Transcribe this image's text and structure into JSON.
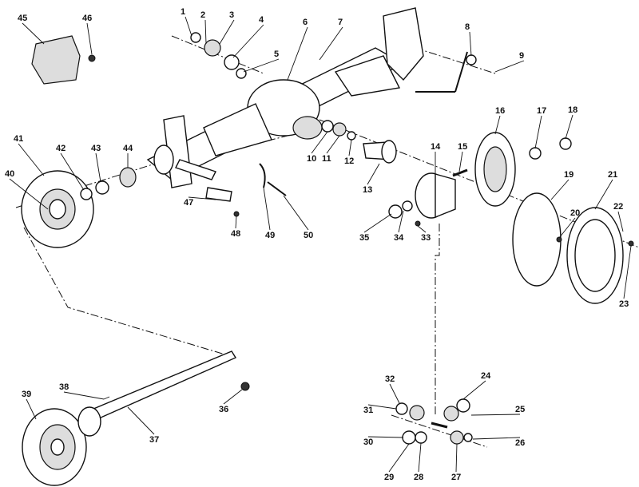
{
  "diagram": {
    "title": "Rear axle exploded view",
    "callouts": [
      "1",
      "2",
      "3",
      "4",
      "5",
      "6",
      "7",
      "8",
      "9",
      "10",
      "11",
      "12",
      "13",
      "14",
      "15",
      "16",
      "17",
      "18",
      "19",
      "20",
      "21",
      "22",
      "23",
      "24",
      "25",
      "26",
      "27",
      "28",
      "29",
      "30",
      "31",
      "32",
      "33",
      "34",
      "35",
      "36",
      "37",
      "38",
      "39",
      "40",
      "41",
      "42",
      "43",
      "44",
      "45",
      "46",
      "47",
      "48",
      "49",
      "50"
    ]
  }
}
